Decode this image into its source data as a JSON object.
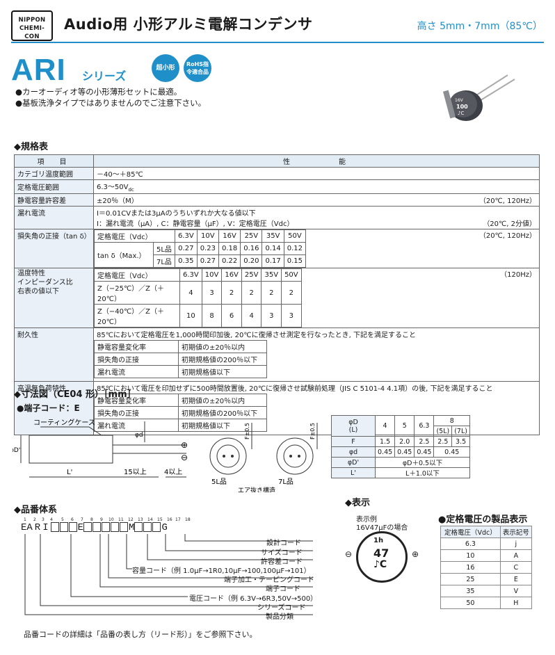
{
  "header": {
    "logo_line1": "NIPPON",
    "logo_line2": "CHEMI-CON",
    "title": "Audio用 小形アルミ電解コンデンサ",
    "height_note": "高さ 5mm・7mm（85℃）",
    "series": "ARI",
    "series_suffix": "シリーズ",
    "badge1": "超小形",
    "badge2": "RoHS指令適合品",
    "accent_color": "#1f8fc9"
  },
  "features": [
    "●カーオーディオ等の小形薄形セットに最適。",
    "●基板洗浄タイプではありませんのでご注意下さい。"
  ],
  "product_image": {
    "marking1": "16V",
    "marking2": "100",
    "marking3": "♪C"
  },
  "spec": {
    "section_title": "◆規格表",
    "col_item": "項　目",
    "col_perf": "性　　　　能",
    "rows": {
      "temp": {
        "label": "カテゴリ温度範囲",
        "value": "－40～＋85℃"
      },
      "voltage": {
        "label": "定格電圧範囲",
        "value": "6.3～50V",
        "value_sub": "dc"
      },
      "cap_tol": {
        "label": "静電容量許容差",
        "value": "±20％（M）",
        "note": "（20℃, 120Hz）"
      },
      "leak": {
        "label": "漏れ電流",
        "line1": "I＝0.01CVまたは3μAのうちいずれか大なる値以下",
        "line2": "I：漏れ電流（μA）, C：静電容量（μF）, V：定格電圧（Vdc）",
        "note": "（20℃, 2分値）"
      },
      "tand": {
        "label": "損失角の正接（tan δ）",
        "hdr": "定格電圧（Vdc）",
        "voltages": [
          "6.3V",
          "10V",
          "16V",
          "25V",
          "35V",
          "50V"
        ],
        "row_label": "tan δ（Max.）",
        "row5_label": "5L品",
        "row5": [
          "0.27",
          "0.23",
          "0.18",
          "0.16",
          "0.14",
          "0.12"
        ],
        "row7_label": "7L品",
        "row7": [
          "0.35",
          "0.27",
          "0.22",
          "0.20",
          "0.17",
          "0.15"
        ],
        "note": "（20℃, 120Hz）"
      },
      "temp_char": {
        "label1": "温度特性",
        "label2": "インピーダンス比",
        "label3": "右表の値以下",
        "hdr": "定格電圧（Vdc）",
        "voltages": [
          "6.3V",
          "10V",
          "16V",
          "25V",
          "35V",
          "50V"
        ],
        "r1_label": "Z（−25℃）／Z（＋20℃）",
        "r1": [
          "4",
          "3",
          "2",
          "2",
          "2",
          "2"
        ],
        "r2_label": "Z（−40℃）／Z（＋20℃）",
        "r2": [
          "10",
          "8",
          "6",
          "4",
          "3",
          "3"
        ],
        "note": "（120Hz）"
      },
      "endurance": {
        "label": "耐久性",
        "desc": "85℃において定格電圧を1,000時間印加後, 20℃に復帰させ測定を行なったとき, 下記を満足すること",
        "items": [
          {
            "name": "静電容量変化率",
            "value": "初期値の±20％以内"
          },
          {
            "name": "損失角の正接",
            "value": "初期規格値の200％以下"
          },
          {
            "name": "漏れ電流",
            "value": "初期規格値以下"
          }
        ]
      },
      "shelf": {
        "label": "高温無負荷特性",
        "desc": "85℃において電圧を印加せずに500時間放置後, 20℃に復帰させ試験前処理（JIS C 5101-4 4.1項）の後, 下記を満足すること",
        "items": [
          {
            "name": "静電容量変化率",
            "value": "初期値の±20％以内"
          },
          {
            "name": "損失角の正接",
            "value": "初期規格値の200％以下"
          },
          {
            "name": "漏れ電流",
            "value": "初期規格値以下"
          }
        ]
      }
    }
  },
  "dimensions": {
    "section_title": "◆寸法図（CE04 形）［mm］",
    "terminal_code": "●端子コード：E",
    "coating": "コーティングケース",
    "phi_d_label": "φd",
    "phi_D_label": "φD'",
    "L_label": "L'",
    "lead15": "15以上",
    "lead4": "4以上",
    "F_label": "F±0.5",
    "label_5L": "5L品",
    "label_7L": "7L品",
    "vent": "エア抜き構造",
    "plus": "⊕",
    "minus": "⊖",
    "table": {
      "h1": "φD",
      "h1b": "(L)",
      "cols": [
        "4",
        "5",
        "6.3",
        "8"
      ],
      "sub_8": [
        "(5L)",
        "(7L)"
      ],
      "F_label": "F",
      "F": [
        "1.5",
        "2.0",
        "2.5",
        "2.5",
        "3.5"
      ],
      "d_label": "φd",
      "d": [
        "0.45",
        "0.45",
        "0.45",
        "0.45"
      ],
      "D_label": "φD'",
      "D": "φD＋0.5以下",
      "L_label": "L'",
      "L": "L＋1.0以下"
    }
  },
  "part_number": {
    "section_title": "◆品番体系",
    "digits": [
      "1",
      "2",
      "3",
      "4",
      "5",
      "6",
      "7",
      "8",
      "9",
      "10",
      "11",
      "12",
      "13",
      "14",
      "15",
      "16",
      "17",
      "18"
    ],
    "chars": {
      "e": "E",
      "ari": "ARI",
      "e2": "E",
      "m": "M",
      "g": "G"
    },
    "codes": [
      "設計コード",
      "サイズコード",
      "許容差コード",
      "容量コード（例 1.0μF→1R0,10μF→100,100μF→101）",
      "端子加工・テーピングコード",
      "端子コード",
      "電圧コード（例 6.3V→6R3,50V→500）",
      "シリーズコード",
      "製品分類"
    ],
    "footer": "品番コードの詳細は「品番の表し方（リード形）」をご参照下さい。"
  },
  "marking": {
    "section_title": "◆表示",
    "example1": "表示例",
    "example2": "16V47μFの場合",
    "top": "1h",
    "value": "47",
    "logo": "♪C",
    "minus": "⊖",
    "plus": "⊕"
  },
  "voltage_marking": {
    "section_title": "●定格電圧の製品表示",
    "h1": "定格電圧（Vdc）",
    "h2": "表示記号",
    "rows": [
      [
        "6.3",
        "j"
      ],
      [
        "10",
        "A"
      ],
      [
        "16",
        "C"
      ],
      [
        "25",
        "E"
      ],
      [
        "35",
        "V"
      ],
      [
        "50",
        "H"
      ]
    ]
  }
}
